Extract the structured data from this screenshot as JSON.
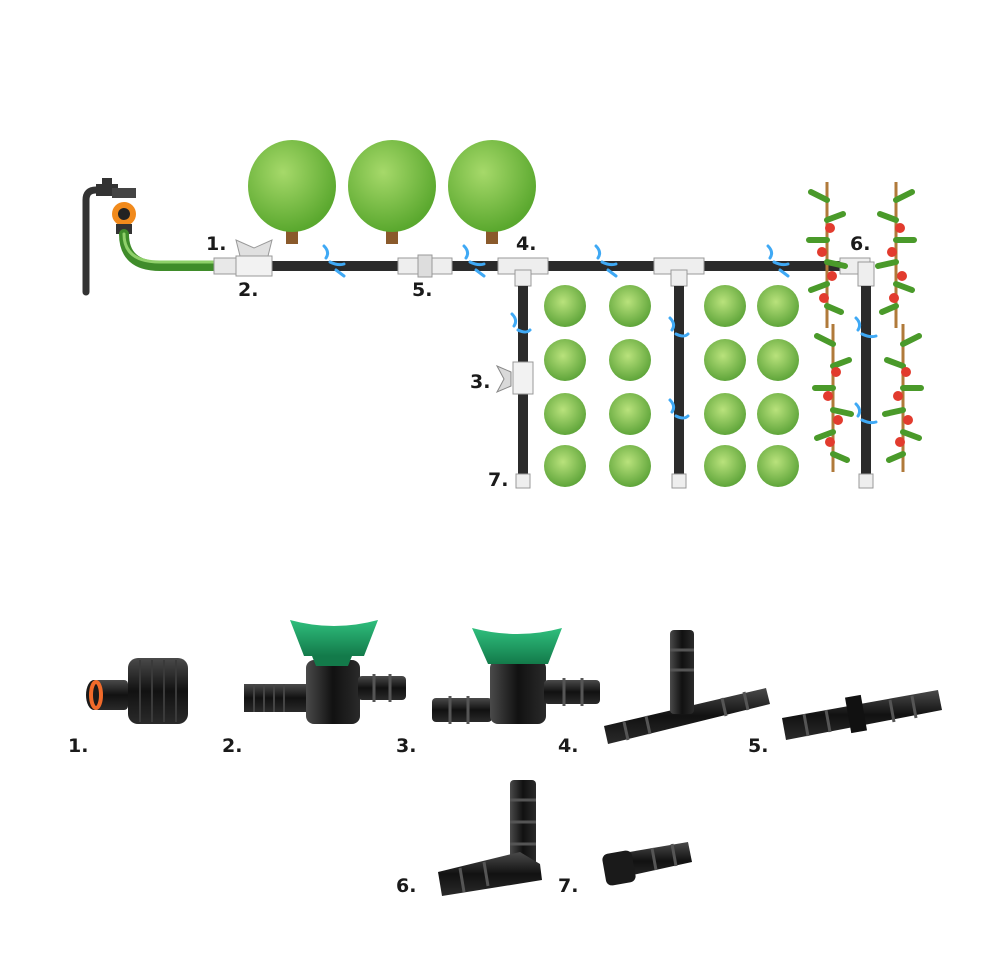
{
  "diagram": {
    "labels": [
      "1.",
      "2.",
      "3.",
      "4.",
      "5.",
      "6.",
      "7."
    ]
  },
  "parts": {
    "labels": [
      "1.",
      "2.",
      "3.",
      "4.",
      "5.",
      "6.",
      "7."
    ]
  },
  "colors": {
    "pipe": "#2b2b2b",
    "fitting": "#e8e8e8",
    "valve_handle": "#1fa064",
    "hose": "#5aa83a",
    "tree": "#6cbf3a",
    "trunk": "#8a5a2b",
    "cabbage": "#7cc448",
    "tomato": "#e23b2e",
    "water": "#3fa9f5",
    "timer": "#f18a1c"
  }
}
